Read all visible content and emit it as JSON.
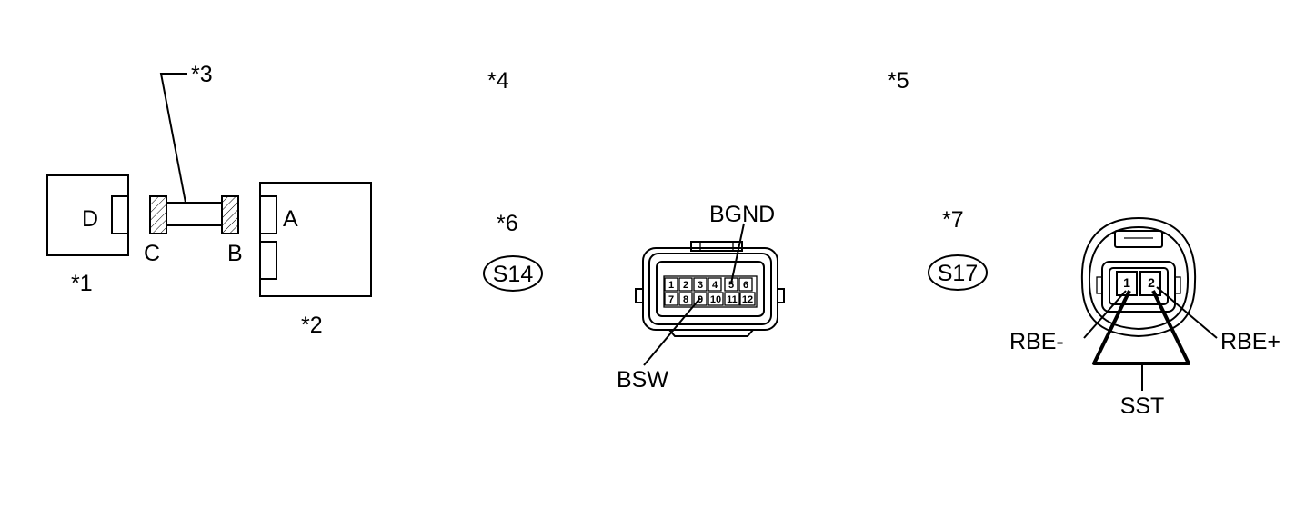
{
  "callouts": {
    "c1": "*1",
    "c2": "*2",
    "c3": "*3",
    "c4": "*4",
    "c5": "*5",
    "c6": "*6",
    "c7": "*7"
  },
  "adapter": {
    "port_a": "A",
    "port_b": "B",
    "port_c": "C",
    "port_d": "D"
  },
  "connector_s14": {
    "code": "S14",
    "pins_top": [
      "1",
      "2",
      "3",
      "4",
      "5",
      "6"
    ],
    "pins_bottom": [
      "7",
      "8",
      "9",
      "10",
      "11",
      "12"
    ],
    "terminal_top": "BGND",
    "terminal_bottom": "BSW"
  },
  "connector_s17": {
    "code": "S17",
    "pins": [
      "1",
      "2"
    ],
    "terminal_left": "RBE-",
    "terminal_right": "RBE+",
    "tool": "SST"
  }
}
